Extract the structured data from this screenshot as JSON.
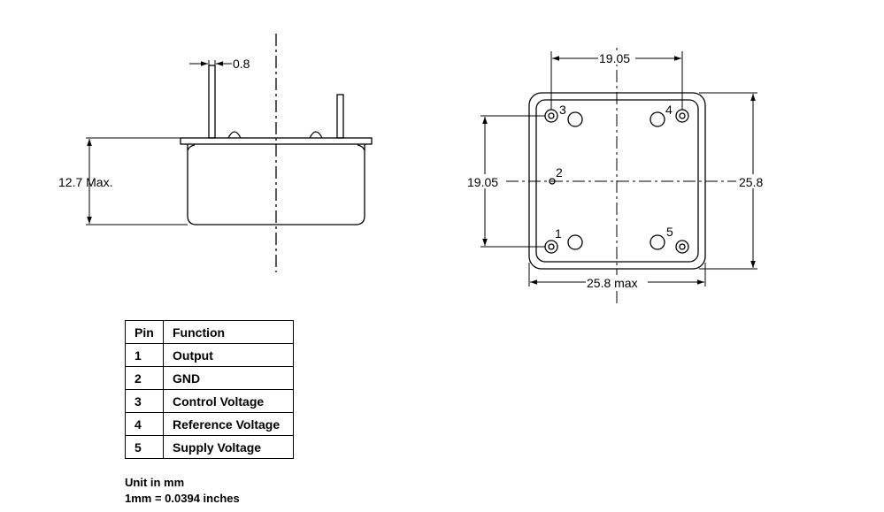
{
  "side_view": {
    "lead_thickness": "0.8",
    "height": "12.7 Max."
  },
  "top_view": {
    "pin_spacing_horizontal": "19.05",
    "pin_spacing_vertical": "19.05",
    "body_height": "25.8",
    "body_width": "25.8 max",
    "pins": {
      "p1": "1",
      "p2": "2",
      "p3": "3",
      "p4": "4",
      "p5": "5"
    }
  },
  "pin_table": {
    "headers": [
      "Pin",
      "Function"
    ],
    "rows": [
      [
        "1",
        "Output"
      ],
      [
        "2",
        "GND"
      ],
      [
        "3",
        "Control Voltage"
      ],
      [
        "4",
        "Reference Voltage"
      ],
      [
        "5",
        "Supply Voltage"
      ]
    ]
  },
  "notes": {
    "unit": "Unit in mm",
    "conversion": "1mm = 0.0394 inches"
  }
}
